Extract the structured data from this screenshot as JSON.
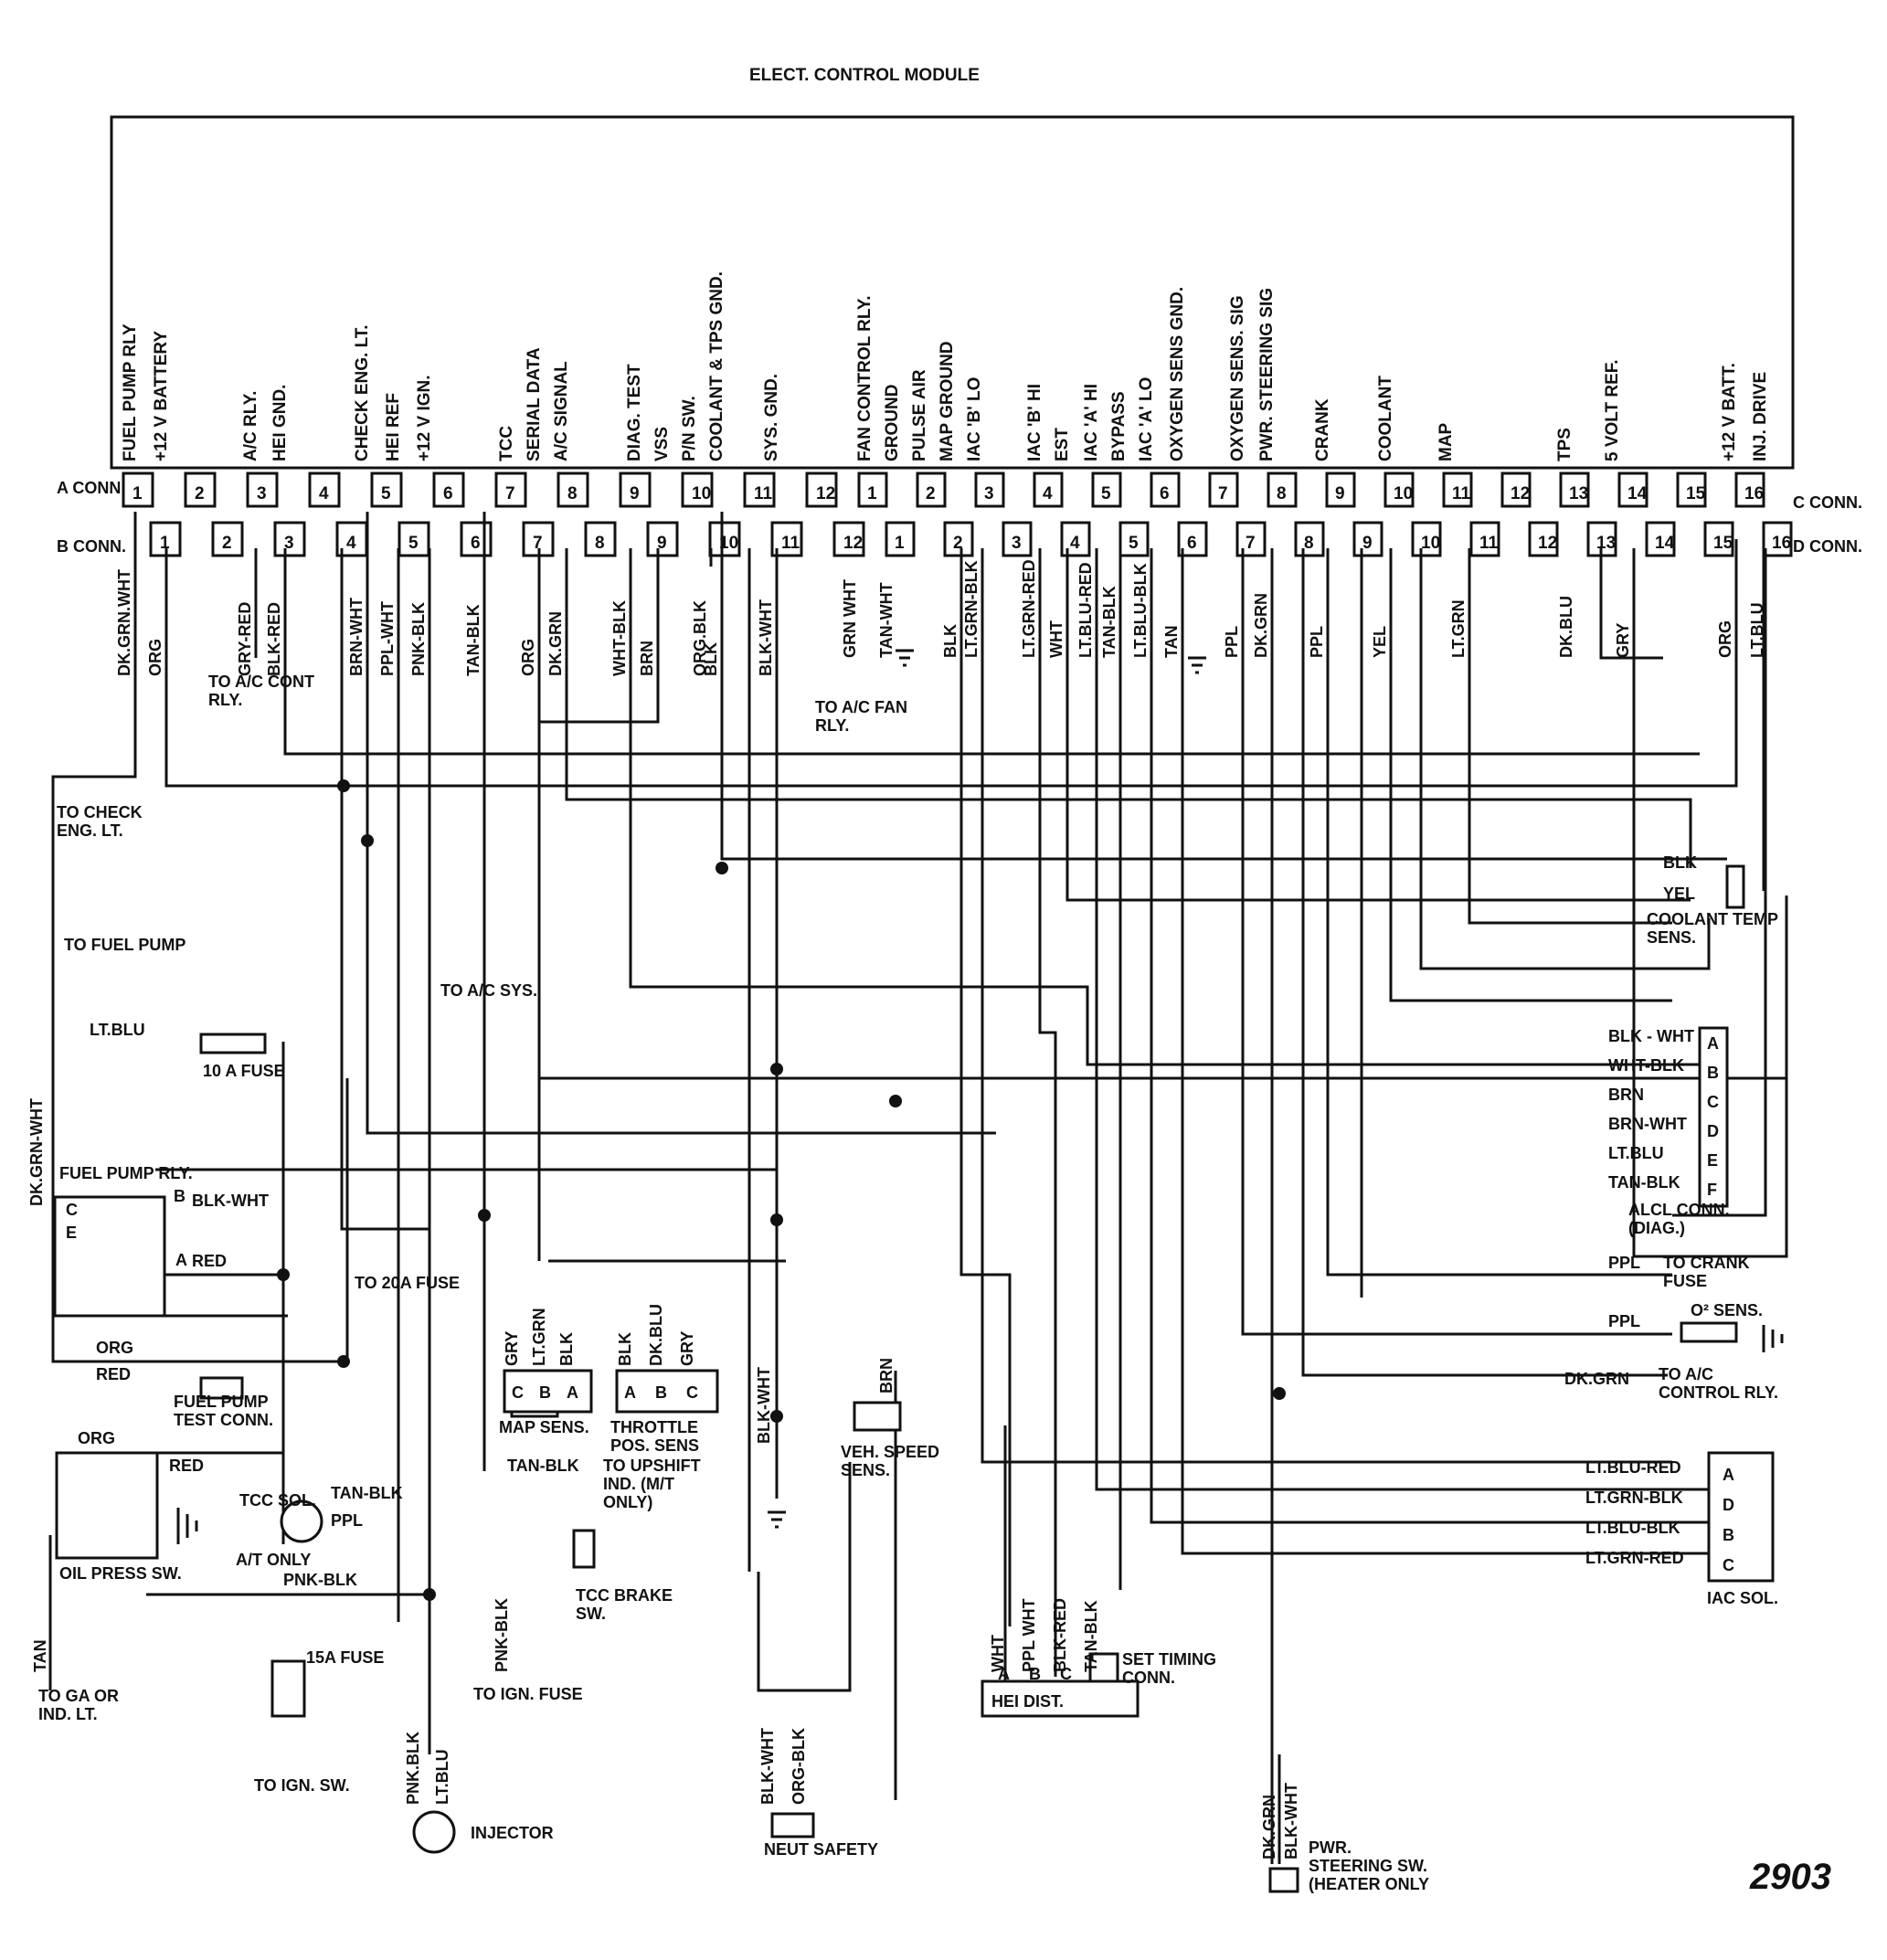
{
  "diagram_number": "2903",
  "module": {
    "title": "ELECT. CONTROL MODULE",
    "functions_left": [
      "FUEL PUMP RLY",
      "+12 V BATTERY",
      "A/C RLY.",
      "HEI GND.",
      "CHECK ENG. LT.",
      "HEI REF",
      "+12 V IGN.",
      "TCC",
      "SERIAL DATA",
      "A/C SIGNAL",
      "DIAG. TEST",
      "VSS",
      "P/N SW.",
      "COOLANT & TPS GND.",
      "SYS. GND."
    ],
    "functions_right": [
      "FAN CONTROL RLY.",
      "GROUND",
      "PULSE AIR",
      "MAP GROUND",
      "IAC 'B' LO",
      "IAC 'B' HI",
      "EST",
      "IAC 'A' HI",
      "BYPASS",
      "IAC 'A' LO",
      "OXYGEN SENS GND.",
      "OXYGEN SENS. SIG",
      "PWR. STEERING SIG",
      "CRANK",
      "COOLANT",
      "MAP",
      "TPS",
      "5 VOLT REF.",
      "+12 V BATT.",
      "INJ. DRIVE"
    ]
  },
  "connectors": {
    "a": {
      "label": "A CONN.",
      "pins": [
        "1",
        "2",
        "3",
        "4",
        "5",
        "6",
        "7",
        "8",
        "9",
        "10",
        "11",
        "12"
      ]
    },
    "b": {
      "label": "B CONN.",
      "pins": [
        "1",
        "2",
        "3",
        "4",
        "5",
        "6",
        "7",
        "8",
        "9",
        "10",
        "11",
        "12"
      ]
    },
    "c": {
      "label": "C CONN.",
      "pins": [
        "1",
        "2",
        "3",
        "4",
        "5",
        "6",
        "7",
        "8",
        "9",
        "10",
        "11",
        "12",
        "13",
        "14",
        "15",
        "16"
      ]
    },
    "d": {
      "label": "D CONN.",
      "pins": [
        "1",
        "2",
        "3",
        "4",
        "5",
        "6",
        "7",
        "8",
        "9",
        "10",
        "11",
        "12",
        "13",
        "14",
        "15",
        "16"
      ]
    }
  },
  "wire_colors_left": [
    "DK.GRN.WHT",
    "ORG",
    "GRY-RED",
    "BLK-RED",
    "BRN-WHT",
    "PPL-WHT",
    "PNK-BLK",
    "TAN-BLK",
    "ORG",
    "DK.GRN",
    "WHT-BLK",
    "BRN",
    "ORG.BLK",
    "BLK",
    "BLK-WHT"
  ],
  "wire_colors_right": [
    "GRN  WHT",
    "TAN-WHT",
    "BLK",
    "LT.GRN-BLK",
    "LT.GRN-RED",
    "WHT",
    "LT.BLU-RED",
    "TAN-BLK",
    "LT.BLU-BLK",
    "TAN",
    "PPL",
    "DK.GRN",
    "PPL",
    "YEL",
    "LT.GRN",
    "DK.BLU",
    "GRY",
    "ORG",
    "LT.BLU"
  ],
  "components": {
    "to_ac_cont_rly": "TO A/C CONT RLY.",
    "to_ac_fan_rly": "TO A/C FAN RLY.",
    "to_check_eng": "TO CHECK ENG. LT.",
    "to_fuel_pump": "TO FUEL PUMP",
    "lt_blu": "LT.BLU",
    "fuse_10a": "10 A FUSE",
    "to_ac_sys": "TO A/C SYS.",
    "fuel_pump_rly": "FUEL PUMP RLY.",
    "relay_c": "C",
    "relay_b": "B",
    "relay_e": "E",
    "relay_a": "A",
    "blk_wht": "BLK-WHT",
    "red": "RED",
    "org": "ORG",
    "dk_grn_wht": "DK.GRN-WHT",
    "to_20a_fuse": "TO 20A FUSE",
    "fuel_pump_test": "FUEL PUMP TEST CONN.",
    "oil_press_sw": "OIL PRESS SW.",
    "tan": "TAN",
    "to_ga": "TO GA OR IND. LT.",
    "tcc_sol": "TCC SOL.",
    "at_only": "A/T ONLY",
    "tan_blk": "TAN-BLK",
    "ppl": "PPL",
    "tan_blk_upshift": "TAN-BLK",
    "to_upshift": "TO UPSHIFT IND. (M/T ONLY)",
    "pnk_blk": "PNK-BLK",
    "fuse_15a": "15A FUSE",
    "to_ign_sw": "TO IGN. SW.",
    "tcc_brake": "TCC BRAKE SW.",
    "to_ign_fuse": "TO IGN. FUSE",
    "injector": "INJECTOR",
    "inj_pnk": "PNK.BLK",
    "inj_blu": "LT.BLU",
    "map_sens": "MAP SENS.",
    "map_wires": [
      "GRY",
      "LT.GRN",
      "BLK"
    ],
    "map_pins": [
      "C",
      "B",
      "A"
    ],
    "throttle": "THROTTLE POS. SENS",
    "tps_wires": [
      "BLK",
      "DK.BLU",
      "GRY"
    ],
    "tps_pins": [
      "A",
      "B",
      "C"
    ],
    "veh_speed": "VEH. SPEED SENS.",
    "brn": "BRN",
    "neut_safety": "NEUT SAFETY",
    "ns_wires": [
      "BLK-WHT",
      "ORG-BLK"
    ],
    "coolant_temp": "COOLANT TEMP SENS.",
    "ct_wires": [
      "BLK",
      "YEL"
    ],
    "alcl": "ALCL CONN. (DIAG.)",
    "alcl_pins": [
      "A",
      "B",
      "C",
      "D",
      "E",
      "F"
    ],
    "alcl_wires": [
      "BLK - WHT",
      "WHT-BLK",
      "BRN",
      "BRN-WHT",
      "LT.BLU",
      "TAN-BLK"
    ],
    "to_crank_fuse": "TO CRANK FUSE",
    "o2_sens": "O² SENS.",
    "to_ac_control_rly": "TO A/C CONTROL RLY.",
    "dk_grn": "DK.GRN",
    "iac_sol": "IAC SOL.",
    "iac_pins": [
      "A",
      "D",
      "B",
      "C"
    ],
    "iac_wires": [
      "LT.BLU-RED",
      "LT.GRN-BLK",
      "LT.BLU-BLK",
      "LT.GRN-RED"
    ],
    "hei_dist": "HEI DIST.",
    "hei_pins": [
      "A",
      "B",
      "C"
    ],
    "hei_wires": [
      "WHT",
      "PPL WHT",
      "BLK-RED",
      "TAN-BLK"
    ],
    "set_timing": "SET TIMING CONN.",
    "pwr_steering": "PWR. STEERING SW. (HEATER ONLY",
    "ps_wires": [
      "DK.GRN",
      "BLK-WHT"
    ]
  }
}
